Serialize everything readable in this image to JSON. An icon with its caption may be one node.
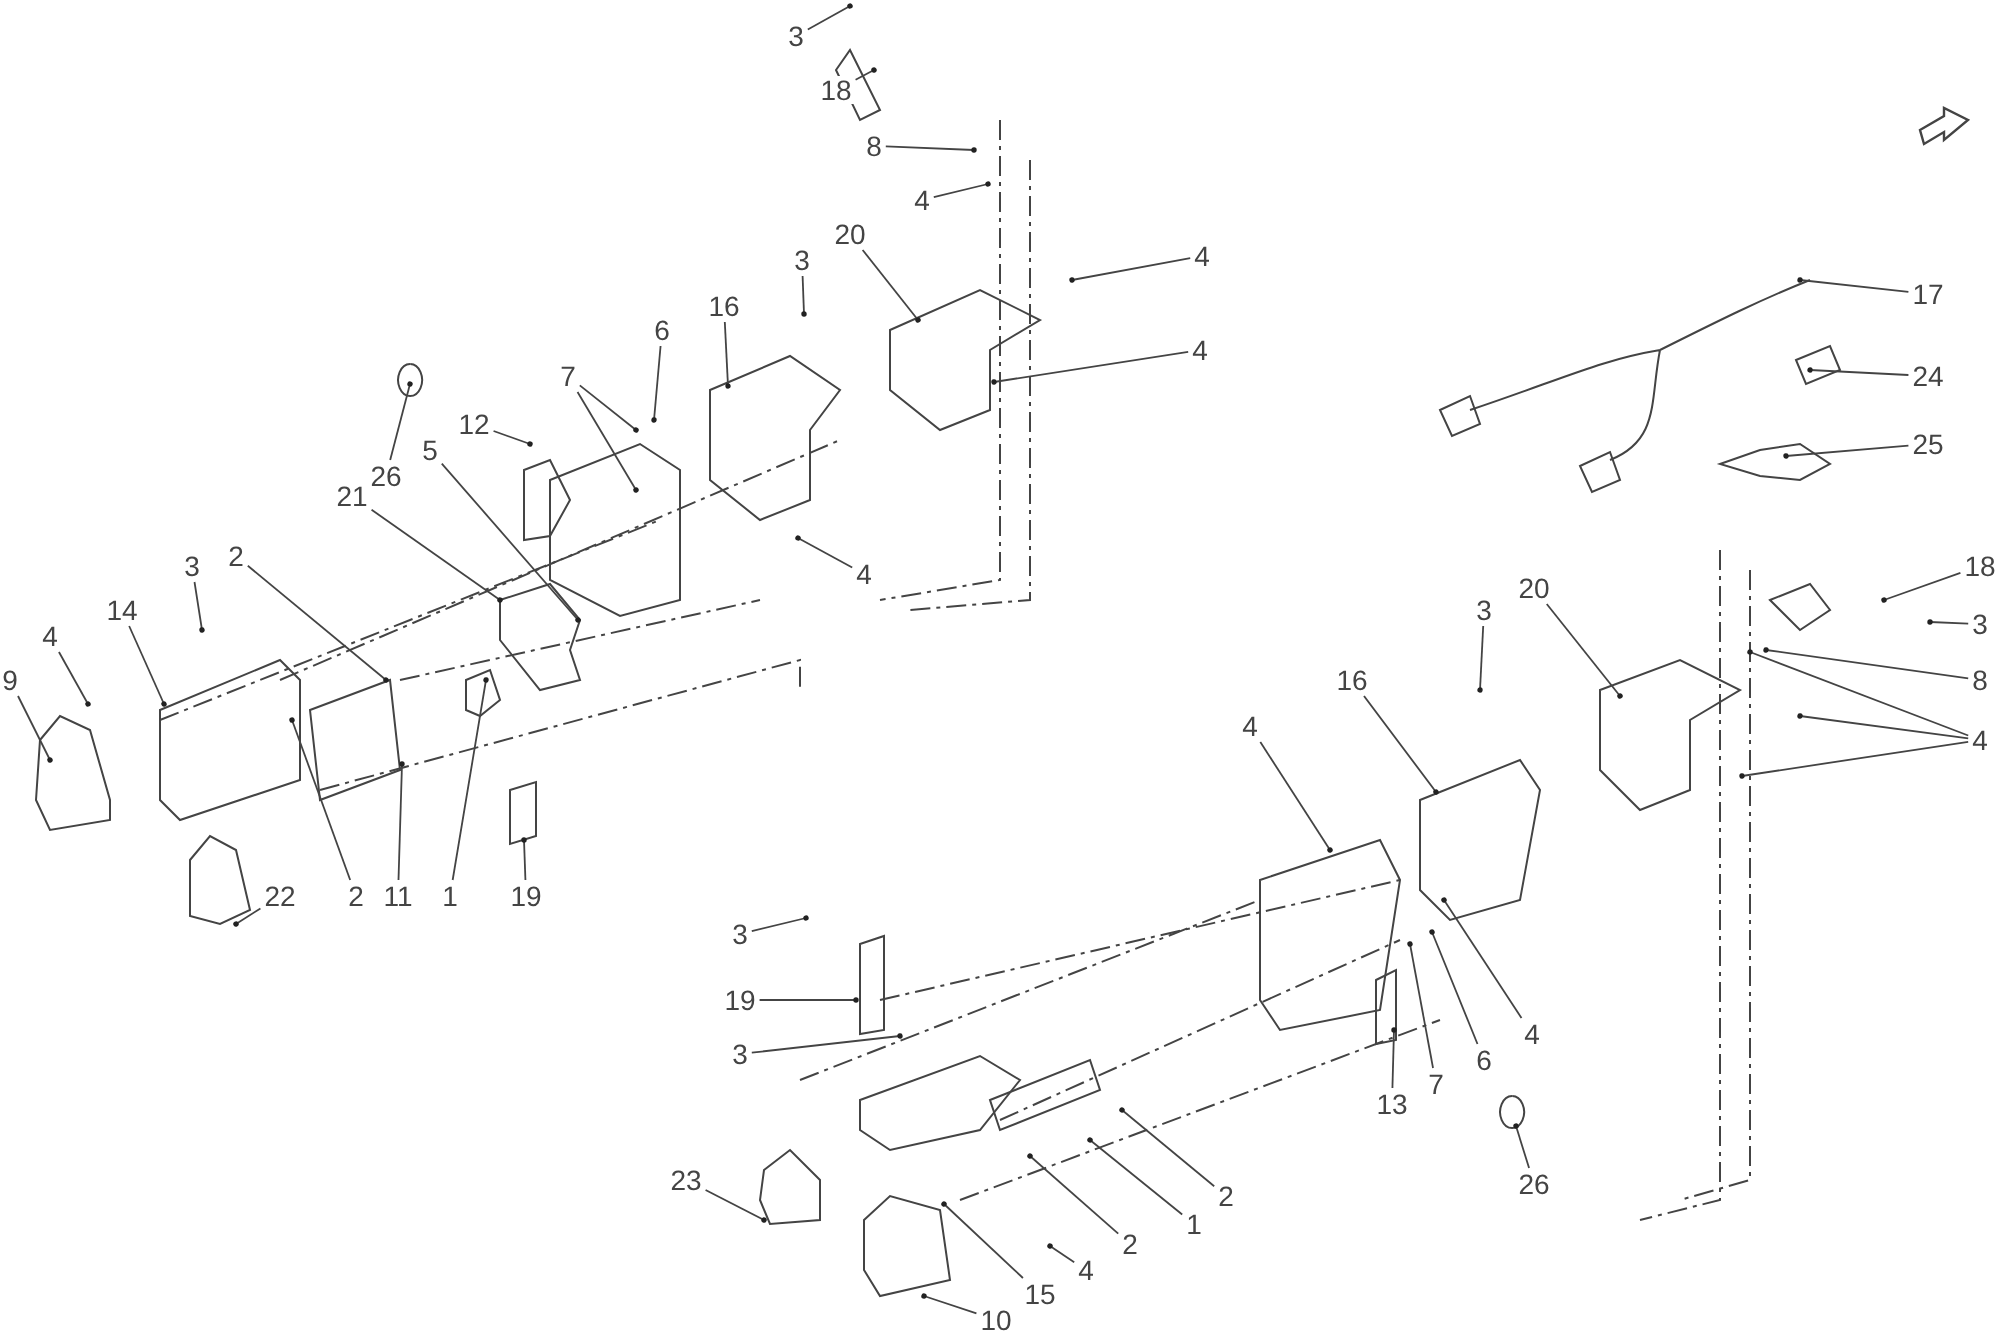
{
  "diagram": {
    "nodes": [
      {
        "text": [
          "3"
        ]
      },
      {
        "text": [
          "18"
        ]
      },
      {
        "text": [
          "8"
        ]
      },
      {
        "text": [
          "4"
        ]
      },
      {
        "text": [
          "4"
        ]
      },
      {
        "text": [
          "20"
        ]
      },
      {
        "text": [
          "3"
        ]
      },
      {
        "text": [
          "16"
        ]
      },
      {
        "text": [
          "6"
        ]
      },
      {
        "text": [
          "4"
        ]
      },
      {
        "text": [
          "7"
        ]
      },
      {
        "text": [
          "12"
        ]
      },
      {
        "text": [
          "26"
        ]
      },
      {
        "text": [
          "5"
        ]
      },
      {
        "text": [
          "21"
        ]
      },
      {
        "text": [
          "2"
        ]
      },
      {
        "text": [
          "3"
        ]
      },
      {
        "text": [
          "14"
        ]
      },
      {
        "text": [
          "4"
        ]
      },
      {
        "text": [
          "9"
        ]
      },
      {
        "text": [
          "2"
        ]
      },
      {
        "text": [
          "11"
        ]
      },
      {
        "text": [
          "1"
        ]
      },
      {
        "text": [
          "19"
        ]
      },
      {
        "text": [
          "22"
        ]
      },
      {
        "text": [
          "4"
        ]
      },
      {
        "text": [
          "17"
        ]
      },
      {
        "text": [
          "24"
        ]
      },
      {
        "text": [
          "25"
        ]
      },
      {
        "text": [
          "18"
        ]
      },
      {
        "text": [
          "3"
        ]
      },
      {
        "text": [
          "8"
        ]
      },
      {
        "text": [
          "4"
        ]
      },
      {
        "text": [
          "20"
        ]
      },
      {
        "text": [
          "3"
        ]
      },
      {
        "text": [
          "16"
        ]
      },
      {
        "text": [
          "4"
        ]
      },
      {
        "text": [
          "3"
        ]
      },
      {
        "text": [
          "19"
        ]
      },
      {
        "text": [
          "3"
        ]
      },
      {
        "text": [
          "4"
        ]
      },
      {
        "text": [
          "6"
        ]
      },
      {
        "text": [
          "7"
        ]
      },
      {
        "text": [
          "13"
        ]
      },
      {
        "text": [
          "2"
        ]
      },
      {
        "text": [
          "1"
        ]
      },
      {
        "text": [
          "2"
        ]
      },
      {
        "text": [
          "26"
        ]
      },
      {
        "text": [
          "23"
        ]
      },
      {
        "text": [
          "15"
        ]
      },
      {
        "text": [
          "4"
        ]
      },
      {
        "text": [
          "10"
        ]
      }
    ],
    "edges": [
      {
        "from": 0,
        "to": null,
        "arrow": "other"
      },
      {
        "from": 1,
        "to": null,
        "arrow": "other"
      },
      {
        "from": 2,
        "to": null,
        "arrow": "other"
      },
      {
        "from": 3,
        "to": null,
        "arrow": "other"
      },
      {
        "from": 4,
        "to": null,
        "arrow": "other"
      },
      {
        "from": 5,
        "to": null,
        "arrow": "other"
      },
      {
        "from": 6,
        "to": null,
        "arrow": "other"
      },
      {
        "from": 7,
        "to": null,
        "arrow": "other"
      },
      {
        "from": 8,
        "to": null,
        "arrow": "other"
      },
      {
        "from": 9,
        "to": null,
        "arrow": "other"
      },
      {
        "from": 10,
        "to": null,
        "arrow": "other"
      },
      {
        "from": 10,
        "to": null,
        "arrow": "other"
      },
      {
        "from": 11,
        "to": null,
        "arrow": "other"
      },
      {
        "from": 12,
        "to": null,
        "arrow": "other"
      },
      {
        "from": 13,
        "to": null,
        "arrow": "other"
      },
      {
        "from": 14,
        "to": null,
        "arrow": "other"
      },
      {
        "from": 15,
        "to": null,
        "arrow": "other"
      },
      {
        "from": 16,
        "to": null,
        "arrow": "other"
      },
      {
        "from": 17,
        "to": null,
        "arrow": "other"
      },
      {
        "from": 18,
        "to": null,
        "arrow": "other"
      },
      {
        "from": 19,
        "to": null,
        "arrow": "other"
      },
      {
        "from": 20,
        "to": null,
        "arrow": "other"
      },
      {
        "from": 21,
        "to": null,
        "arrow": "other"
      },
      {
        "from": 22,
        "to": null,
        "arrow": "other"
      },
      {
        "from": 23,
        "to": null,
        "arrow": "other"
      },
      {
        "from": 24,
        "to": null,
        "arrow": "other"
      },
      {
        "from": 25,
        "to": null,
        "arrow": "other"
      },
      {
        "from": 26,
        "to": null,
        "arrow": "other"
      },
      {
        "from": 27,
        "to": null,
        "arrow": "other"
      },
      {
        "from": 28,
        "to": null,
        "arrow": "other"
      },
      {
        "from": 29,
        "to": null,
        "arrow": "other"
      },
      {
        "from": 30,
        "to": null,
        "arrow": "other"
      },
      {
        "from": 31,
        "to": null,
        "arrow": "other"
      },
      {
        "from": 32,
        "to": null,
        "arrow": "other"
      },
      {
        "from": 32,
        "to": null,
        "arrow": "other"
      },
      {
        "from": 32,
        "to": null,
        "arrow": "other"
      },
      {
        "from": 33,
        "to": null,
        "arrow": "other"
      },
      {
        "from": 34,
        "to": null,
        "arrow": "other"
      },
      {
        "from": 35,
        "to": null,
        "arrow": "other"
      },
      {
        "from": 36,
        "to": null,
        "arrow": "other"
      },
      {
        "from": 37,
        "to": null,
        "arrow": "other"
      },
      {
        "from": 38,
        "to": null,
        "arrow": "other"
      },
      {
        "from": 39,
        "to": null,
        "arrow": "other"
      },
      {
        "from": 40,
        "to": null,
        "arrow": "other"
      },
      {
        "from": 41,
        "to": null,
        "arrow": "other"
      },
      {
        "from": 42,
        "to": null,
        "arrow": "other"
      },
      {
        "from": 43,
        "to": null,
        "arrow": "other"
      },
      {
        "from": 44,
        "to": null,
        "arrow": "other"
      },
      {
        "from": 45,
        "to": null,
        "arrow": "other"
      },
      {
        "from": 46,
        "to": null,
        "arrow": "other"
      },
      {
        "from": 47,
        "to": null,
        "arrow": "other"
      },
      {
        "from": 48,
        "to": null,
        "arrow": "other"
      },
      {
        "from": 49,
        "to": null,
        "arrow": "other"
      },
      {
        "from": 50,
        "to": null,
        "arrow": "other"
      },
      {
        "from": 51,
        "to": null,
        "arrow": "other"
      }
    ]
  }
}
